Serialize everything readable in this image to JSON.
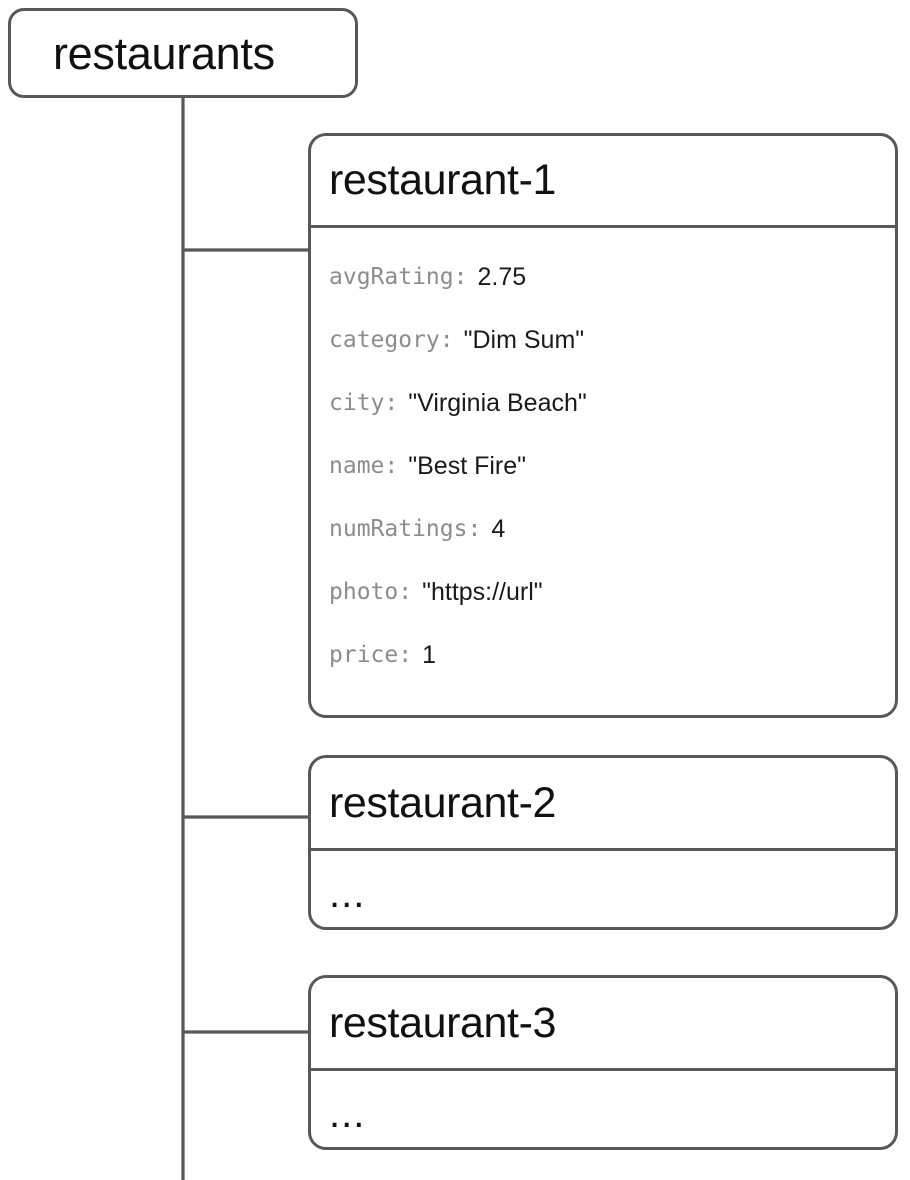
{
  "diagram": {
    "type": "tree",
    "root": {
      "label": "restaurants"
    },
    "nodes": [
      {
        "title": "restaurant-1",
        "collapsed": false,
        "fields": [
          {
            "key": "avgRating:",
            "value": "2.75"
          },
          {
            "key": "category:",
            "value": "\"Dim Sum\""
          },
          {
            "key": "city:",
            "value": "\"Virginia Beach\""
          },
          {
            "key": "name:",
            "value": "\"Best Fire\""
          },
          {
            "key": "numRatings:",
            "value": "4"
          },
          {
            "key": "photo:",
            "value": "\"https://url\""
          },
          {
            "key": "price:",
            "value": "1"
          }
        ]
      },
      {
        "title": "restaurant-2",
        "collapsed": true,
        "ellipsis": "..."
      },
      {
        "title": "restaurant-3",
        "collapsed": true,
        "ellipsis": "..."
      }
    ]
  },
  "colors": {
    "stroke": "#58585a",
    "background": "#ffffff",
    "key_text": "#8c8c8e",
    "value_text": "#1a1a1a",
    "title_text": "#111111"
  }
}
